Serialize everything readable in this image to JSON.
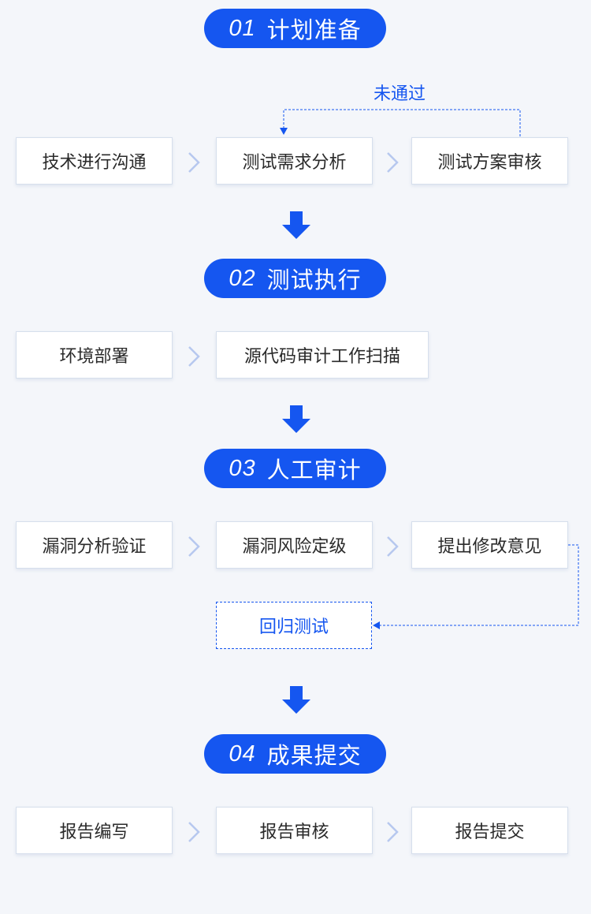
{
  "colors": {
    "accent": "#1556f0",
    "background": "#f4f6fa",
    "box_border": "#d6dfec",
    "chevron": "#b7c8ef"
  },
  "icons": {
    "separator": "chevron-right-icon",
    "step_arrow": "arrow-down-icon"
  },
  "stages": [
    {
      "num": "01",
      "title": "计划准备",
      "steps": [
        "技术进行沟通",
        "测试需求分析",
        "测试方案审核"
      ],
      "feedback_label": "未通过"
    },
    {
      "num": "02",
      "title": "测试执行",
      "steps": [
        "环境部署",
        "源代码审计工作扫描"
      ]
    },
    {
      "num": "03",
      "title": "人工审计",
      "steps": [
        "漏洞分析验证",
        "漏洞风险定级",
        "提出修改意见"
      ],
      "loop_step": "回归测试"
    },
    {
      "num": "04",
      "title": "成果提交",
      "steps": [
        "报告编写",
        "报告审核",
        "报告提交"
      ]
    }
  ]
}
